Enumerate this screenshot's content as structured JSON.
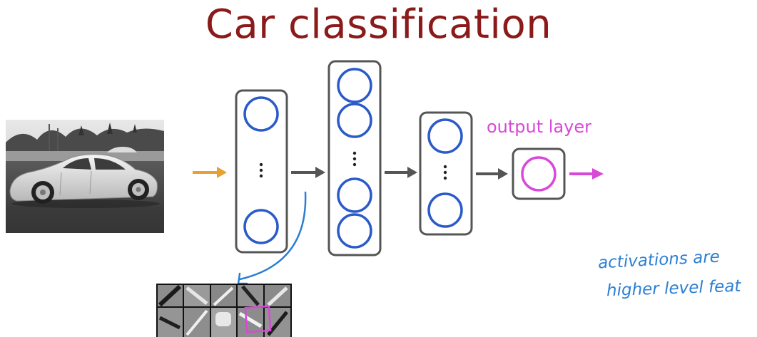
{
  "title": "Car classification",
  "output_label": "output layer",
  "note": {
    "line1": "activations are",
    "line2": "higher level feat"
  },
  "colors": {
    "title": "#8b1a1a",
    "neuron": "#2a5bc8",
    "output_neuron": "#d948d9",
    "input_arrow": "#e8a030",
    "layer_arrow": "#555555",
    "output_arrow": "#d948d9",
    "annotation": "#2c7fd4"
  },
  "diagram": {
    "input": "car-photo",
    "hidden_layers": 3,
    "output_layer": 1
  }
}
